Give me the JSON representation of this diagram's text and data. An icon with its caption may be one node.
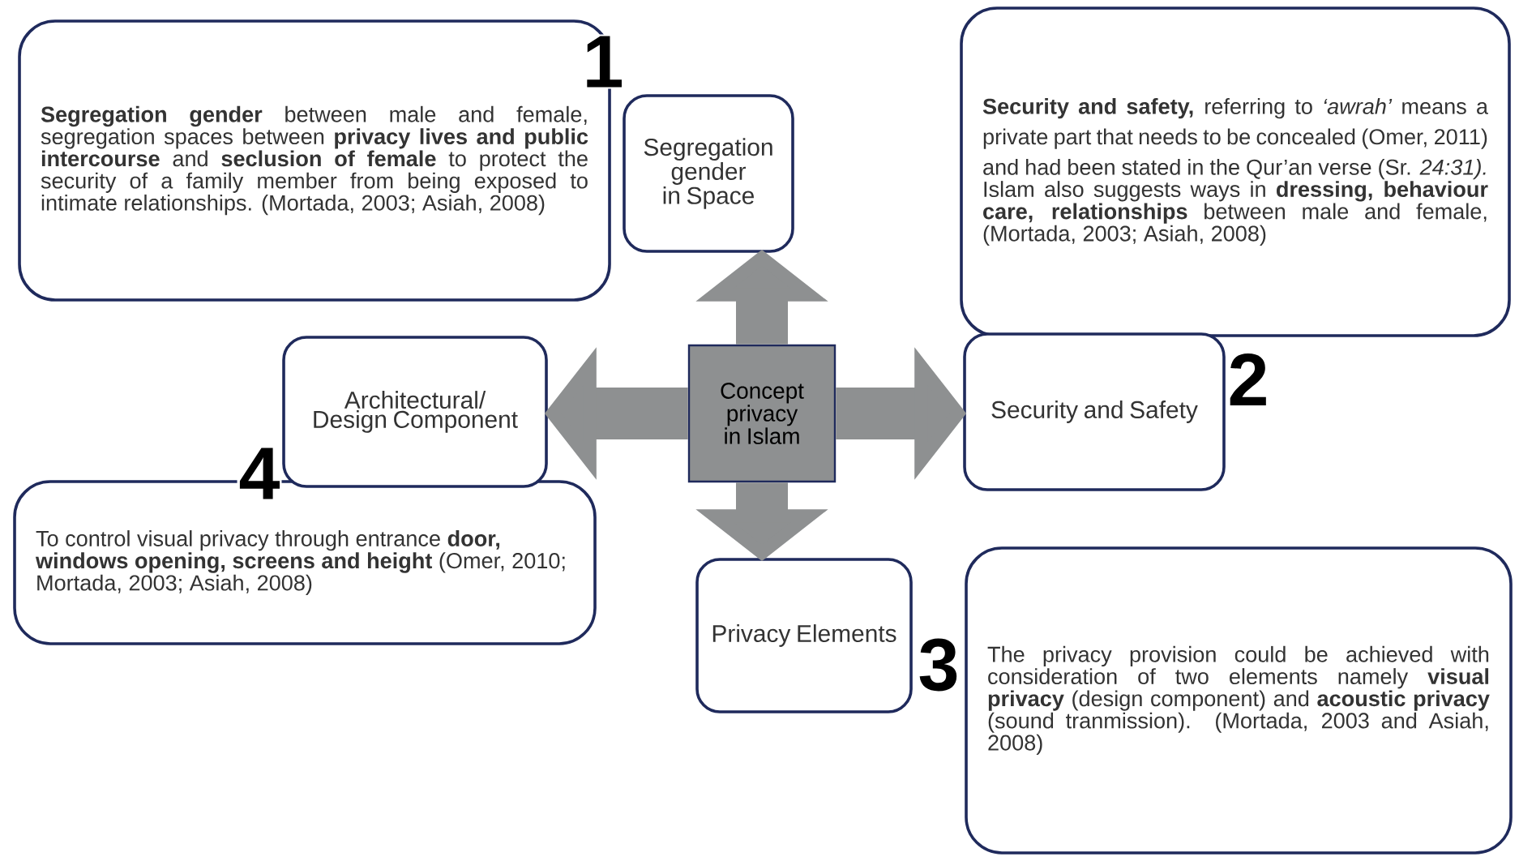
{
  "diagram": {
    "nodes": [
      {
        "text": [
          "Concept privacy in Islam"
        ]
      },
      {
        "text": [
          "Segregation gender in Space"
        ],
        "beside": [
          "1"
        ]
      },
      {
        "text": [
          "Security and Safety"
        ],
        "beside": [
          "2"
        ]
      },
      {
        "text": [
          "Privacy Elements"
        ],
        "beside": [
          "3"
        ]
      },
      {
        "text": [
          "Architectural/ Design Component"
        ],
        "beside": [
          "4"
        ]
      },
      {
        "text": [
          "**Segregation gender** between male and female, segregation spaces between **privacy lives and public intercourse** and **seclusion of female** to protect the security of a family member from being exposed to intimate relationships. (Mortada, 2003; Asiah, 2008)"
        ]
      },
      {
        "text": [
          "**Security and safety,** referring to *‘awrah’* means a private part that needs to be concealed (Omer, 2011) and had been stated in the Qur’an verse (Sr. *24:31).*",
          "Islam also suggests ways in **dressing, behaviour care, relationships** between male and female, (Mortada, 2003; Asiah, 2008)"
        ]
      },
      {
        "text": [
          "The privacy provision could be achieved with consideration of two elements namely **visual privacy** (design component) and **acoustic privacy** (sound tranmission). (Mortada, 2003 and Asiah, 2008)"
        ]
      },
      {
        "text": [
          "To control visual privacy through entrance **door, windows opening, screens and height** (Omer, 2010; Mortada, 2003; Asiah, 2008)"
        ]
      }
    ],
    "edges": [
      {
        "from": 0,
        "to": 1,
        "arrow": "to"
      },
      {
        "from": 0,
        "to": 2,
        "arrow": "to"
      },
      {
        "from": 0,
        "to": 3,
        "arrow": "to"
      },
      {
        "from": 0,
        "to": 4,
        "arrow": "to"
      }
    ]
  }
}
